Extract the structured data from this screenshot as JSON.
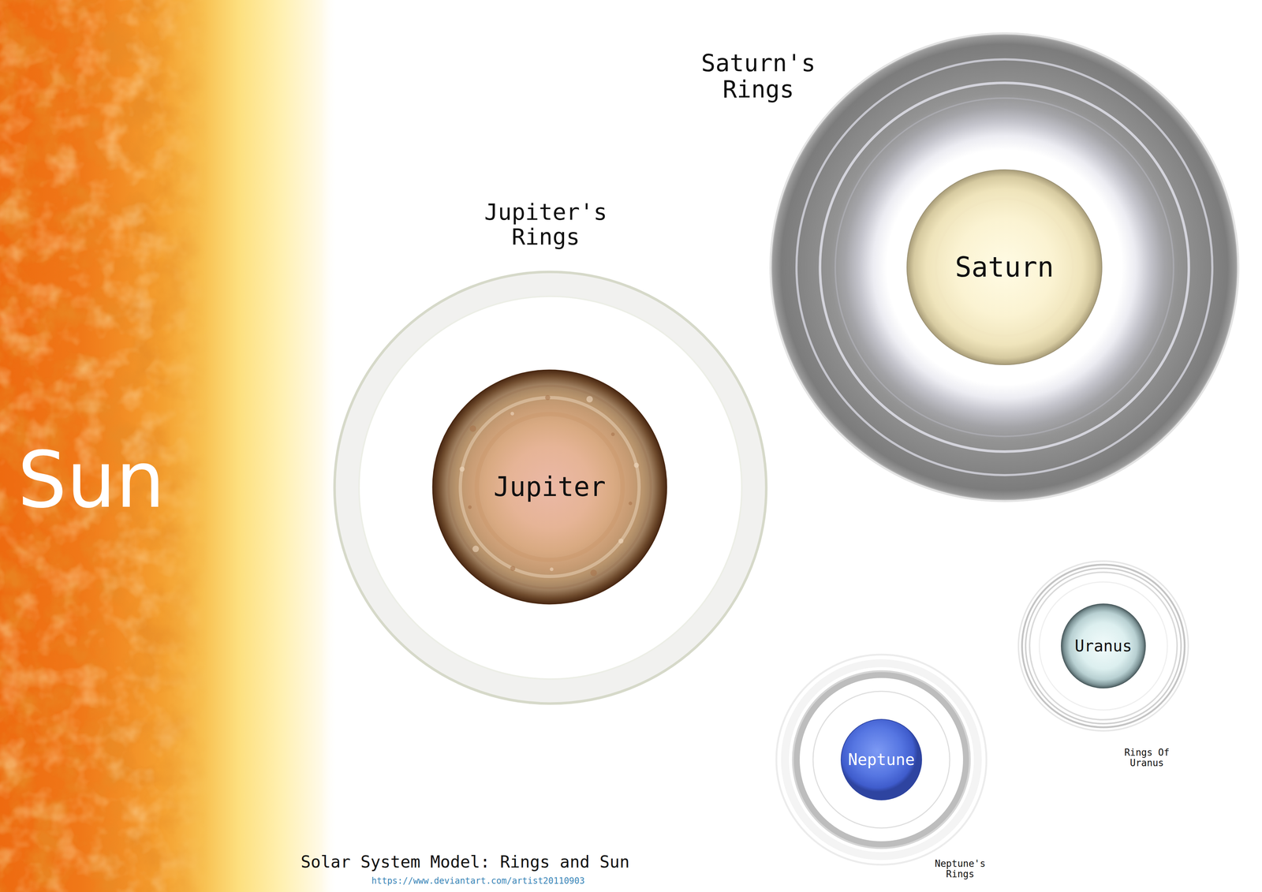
{
  "diagram": {
    "caption": "Solar System Model: Rings and Sun",
    "nodes": [
      {
        "text": [
          "Sun"
        ]
      },
      {
        "text": [
          "Jupiter's Rings"
        ]
      },
      {
        "text": [
          "Jupiter"
        ],
        "in": 1
      },
      {
        "text": [
          "Saturn's Rings"
        ]
      },
      {
        "text": [
          "Saturn"
        ],
        "in": 3
      },
      {
        "text": [
          "Rings Of Uranus"
        ]
      },
      {
        "text": [
          "Uranus"
        ],
        "in": 5
      },
      {
        "text": [
          "Neptune's Rings"
        ]
      },
      {
        "text": [
          "Neptune"
        ],
        "in": 7
      }
    ],
    "labels": [
      "https://www.deviantart.com/artist20110903"
    ]
  }
}
